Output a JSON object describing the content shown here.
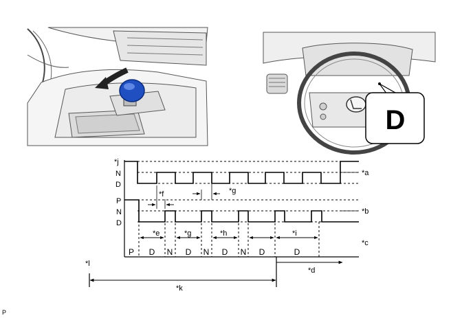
{
  "display": {
    "gear_shown": "D"
  },
  "timing": {
    "row_labels_top": {
      "j": "*j",
      "n": "N",
      "d": "D"
    },
    "row_labels_bottom": {
      "p": "P",
      "n": "N",
      "d": "D"
    },
    "callouts": {
      "a": "*a",
      "b": "*b",
      "c": "*c",
      "d": "*d",
      "e": "*e",
      "f": "*f",
      "g1": "*g",
      "g2": "*g",
      "h": "*h",
      "i": "*i",
      "k": "*k",
      "l": "*l"
    },
    "gear_sequence": [
      "P",
      "D",
      "N",
      "D",
      "N",
      "D",
      "N",
      "D",
      "D"
    ]
  },
  "footer": {
    "code": "P"
  }
}
